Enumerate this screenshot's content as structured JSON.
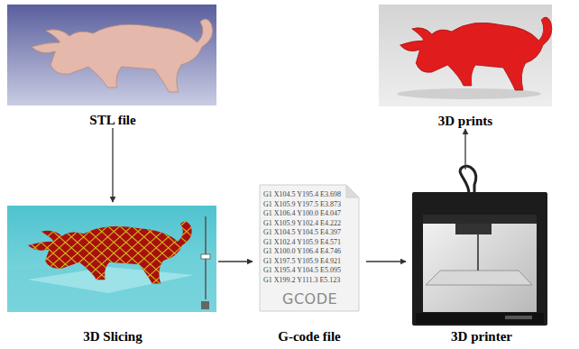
{
  "diagram": {
    "nodes": [
      {
        "text": [
          "STL file"
        ]
      },
      {
        "text": [
          "3D prints"
        ]
      },
      {
        "text": [
          "3D Slicing"
        ]
      },
      {
        "text": [
          "G-code file"
        ]
      },
      {
        "text": [
          "3D printer"
        ]
      }
    ],
    "edges": [
      {
        "from": 0,
        "to": 2,
        "arrow": "to"
      },
      {
        "from": 2,
        "to": 3,
        "arrow": "to"
      },
      {
        "from": 3,
        "to": 4,
        "arrow": "to"
      },
      {
        "from": 4,
        "to": 1,
        "arrow": "to"
      }
    ],
    "labels": [
      "G1 X104.5 Y195.4 E3.698",
      "G1 X105.9 Y197.5 E3.873",
      "G1 X106.4 Y100.0 E4.047",
      "G1 X105.9 Y102.4 E4.222",
      "G1 X104.5 Y104.5 E4.397",
      "G1 X102.4 Y105.9 E4.571",
      "G1 X100.0 Y106.4 E4.746",
      "G1 X197.5 Y105.9 E4.921",
      "G1 X195.4 Y104.5 E5.095",
      "G1 X199.2 Y111.3 E5.123",
      "GCODE"
    ]
  }
}
